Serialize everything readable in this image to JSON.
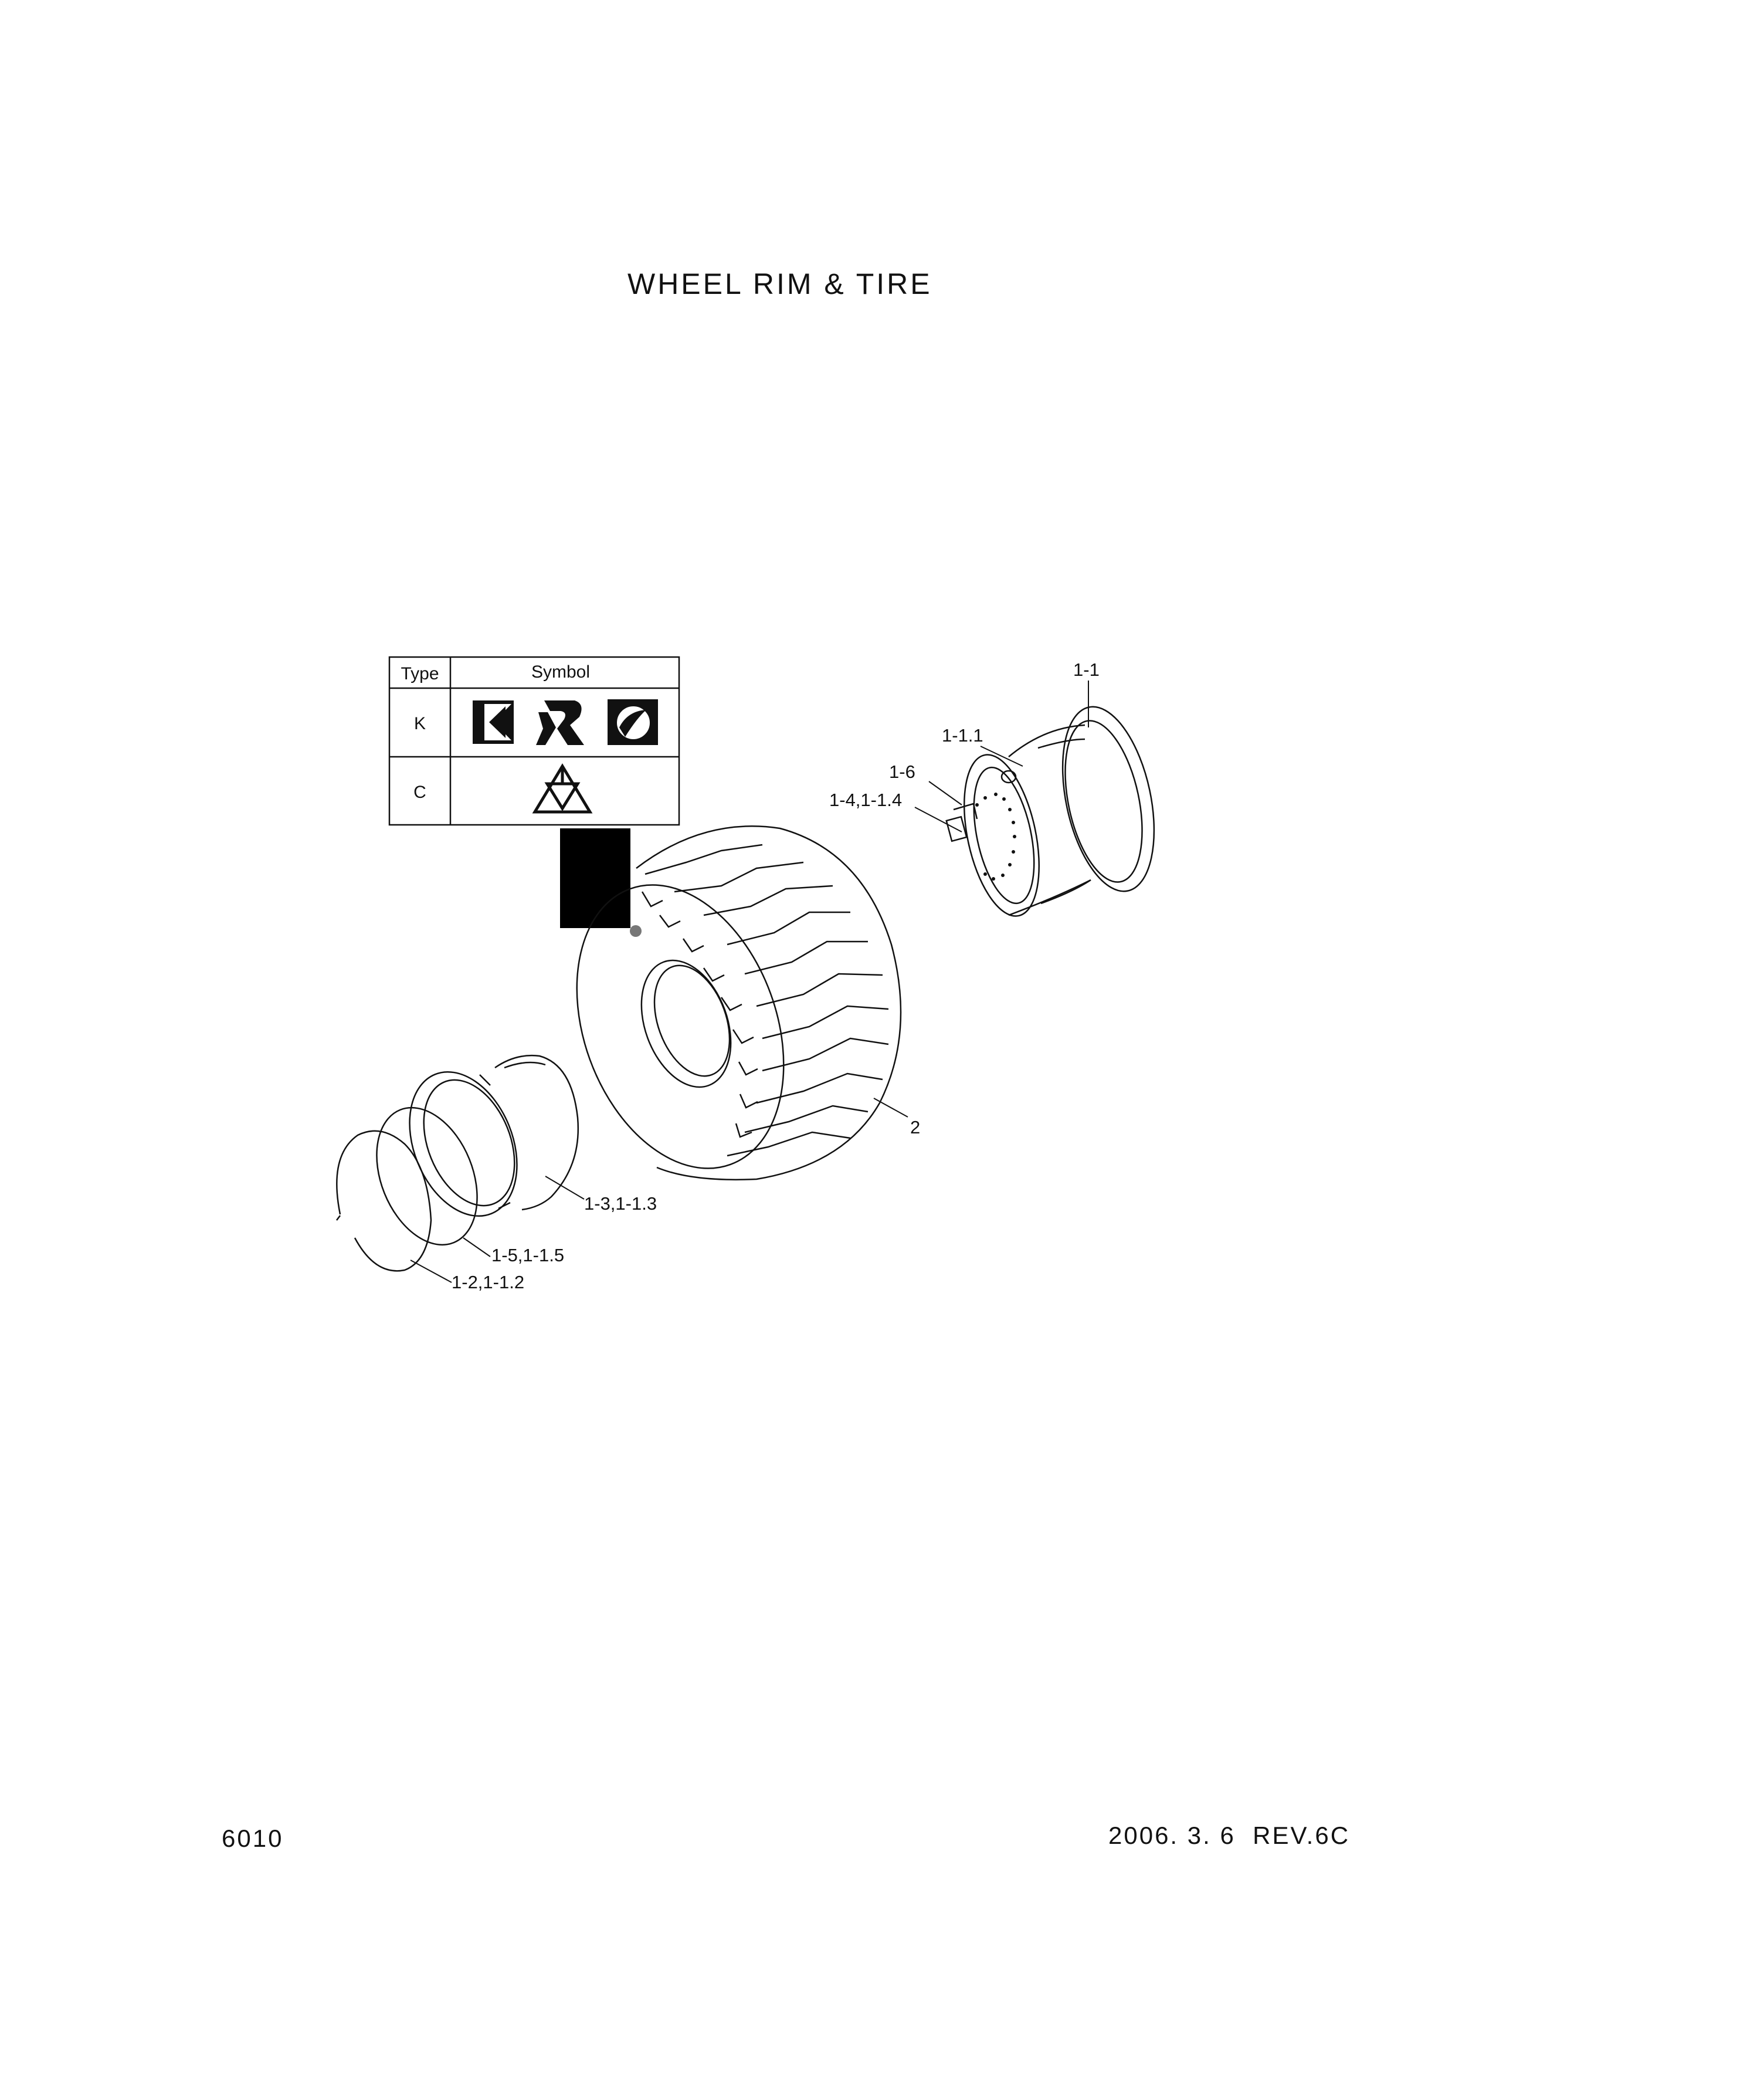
{
  "title": "WHEEL RIM & TIRE",
  "page_number": "6010",
  "revision": "2006. 3. 6  REV.6C",
  "legend": {
    "header_type": "Type",
    "header_symbol": "Symbol",
    "rows": [
      {
        "type": "K",
        "symbol_icons": [
          "k-logo-icon",
          "r-logo-icon",
          "circle-logo-icon"
        ]
      },
      {
        "type": "C",
        "symbol_icons": [
          "triangle-logo-icon"
        ]
      }
    ]
  },
  "callouts": {
    "c_1_1": "1-1",
    "c_1_1_1": "1-1.1",
    "c_1_6": "1-6",
    "c_1_4": "1-4,1-1.4",
    "c_2": "2",
    "c_1_3": "1-3,1-1.3",
    "c_1_5": "1-5,1-1.5",
    "c_1_2": "1-2,1-1.2"
  }
}
